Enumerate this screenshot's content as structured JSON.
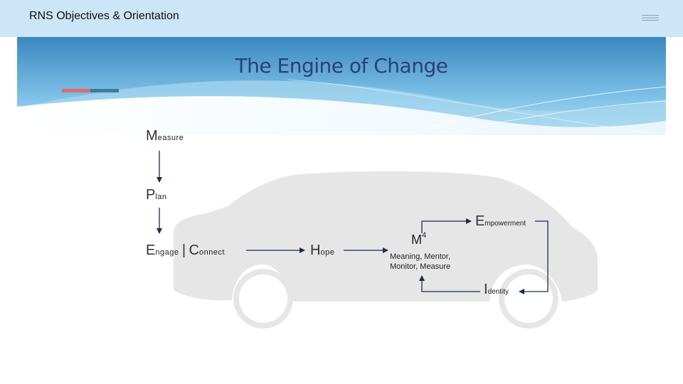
{
  "header": {
    "title": "RNS Objectives & Orientation",
    "menu_icon": "hamburger-icon"
  },
  "banner": {
    "title": "The Engine of Change"
  },
  "diagram": {
    "measure": {
      "initial": "M",
      "rest": "easure"
    },
    "plan": {
      "initial": "P",
      "rest": "lan"
    },
    "engage": {
      "initial": "E",
      "rest": "ngage"
    },
    "separator": "|",
    "connect": {
      "initial": "C",
      "rest": "onnect"
    },
    "hope": {
      "initial": "H",
      "rest": "ope"
    },
    "m4": {
      "base": "M",
      "exponent": "4",
      "description_line1": "Meaning, Mentor,",
      "description_line2": "Monitor, Measure"
    },
    "empowerment": {
      "initial": "E",
      "rest": "mpowerment"
    },
    "identity": {
      "initial": "I",
      "rest": "dentity"
    }
  },
  "colors": {
    "header_bg": "#cce6f7",
    "title": "#2e3f73",
    "banner_blue": "#3b8cc4",
    "accent_red": "#e06c6c",
    "accent_dark": "#3c7f98",
    "car_gray": "#e6e6e6",
    "arrow": "#1f2a50"
  }
}
